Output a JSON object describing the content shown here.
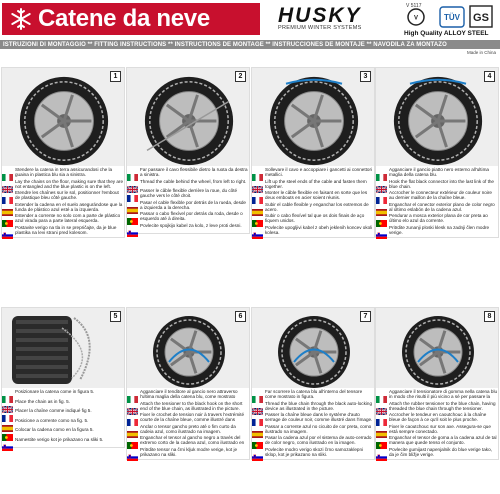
{
  "header": {
    "title": "Catene da neve",
    "brand": "HUSKY",
    "brand_tagline": "PREMIUM WINTER SYSTEMS",
    "cert_code": "V 5117",
    "cert_sub": "ÖNORM",
    "tuv": "TÜV",
    "gs": "GS",
    "steel": "High Quality ALLOY STEEL",
    "made_in": "Made in China"
  },
  "instructions_bar": "ISTRUZIONI DI MONTAGGIO ** FITTING INSTRUCTIONS ** INSTRUCTIONS DE MONTAGE ** INSTRUCCIONES DE MONTAJE ** NAVODILA ZA MONTAZO",
  "panels": [
    {
      "num": "1",
      "steps": [
        "Stendere la catena in terra assicurandosi che la guaina in plastica blu sia a sinistra.",
        "Lay the chains on the floor, making sure that they are not entangled and the blue plastic is on the left.",
        "Etendre les chaînes sur le sol, positionner l'embout de plastique bleu côté gauche.",
        "Extender la cadena en el suelo asegurándose que la funda de plástico azul esté a la izquierda.",
        "Estender a corrente no solo com a parte de plástico azul virada para a parte lateral esquerda.",
        "Postavite verigo na tla in se prepričajte, da je blue plastika na levi strani pred kolesom."
      ]
    },
    {
      "num": "2",
      "steps": [
        "Far passare il cavo flessibile dietro la ruota da destra a sinistra.",
        "Thread the cable behind the wheel, from left to right.",
        "Passer le câble flexible derrière la roue, du côté gauche vers le côté droit.",
        "Pasar el cable flexible por detrás de la rueda, desde a izquierda a la derecha.",
        "Passar o cabo flexível por detrás da roda, desde o esquerdo até à direita.",
        "Povlecite spojkijo kabel za kolo, z leve proti desni."
      ]
    },
    {
      "num": "3",
      "steps": [
        "Sollevare il cavo e accoppiare i gancetti ai connettori metallici.",
        "Lift up the steel ends of the cable and fasten them together.",
        "Monter le câble flexible en faisant en sorte que les deux embouts en acier soient réunis.",
        "Subir el cable flexible y enganchar los extremos de acero.",
        "Subir o cabo flexível tal que os dois finais de aço fiquem unidos.",
        "Povlecite upogljivi kabel z obeh jeklenih koncev okoli kolesa."
      ]
    },
    {
      "num": "4",
      "steps": [
        "Agganciare il gancio piatto nero esterno all'ultima maglia della catena blu.",
        "Hook the flat black connector into the last link of the blue chain.",
        "Accrocher le connecteur extérieur de couleur noire au dernier maillon de la chaîne bleue.",
        "Enganchar el conector exterior plano de color negro al último eslabón de la cadena azul.",
        "Pendurar a mosca exterior plana de cor preta ao último elo azul da corrente.",
        "Pritrdite zunanji ploski klesk na zadnji člen modre verige."
      ]
    },
    {
      "num": "5",
      "steps": [
        "Posizionare la catena come in figura 5.",
        "Place the chain as in fig. 5.",
        "Placer la chaîne comme indiqué fig 5.",
        "Posicione a corrente como na fig. 5.",
        "Colocar la cadena como en la figura 5.",
        "Namestite verigo kot je prikazano na sliki 5."
      ]
    },
    {
      "num": "6",
      "steps": [
        "Agganciare il tenditore al gancio nero attraverso l'ultima maglia della catena blu, come mostrato nell'immagine.",
        "Attach the tensioner to the black hook on the short end of the blue chain, as illustrated in the picture.",
        "Fixer le crochet de tension noir à travers l'extrémité courte de la chaîne bleue, comme illustré dans l'image.",
        "Anclar o tensor gancho preto até o fim curto da cadeia azul, como ilustrado na imagem.",
        "Enganchar el tensor al gancho negro a través del extremo corto de la cadena azul, como ilustrado en la imagen.",
        "Pritrdite tensor na črni kljuk modre verige, kot je prikazano na sliki."
      ]
    },
    {
      "num": "7",
      "steps": [
        "Far scorrere la catena blu all'interno del tensore come mostrato in figura.",
        "Thread the blue chain through the black auto-locking device as illustrated in the picture.",
        "Passer la chaîne bleue dans le système d'auto serrage de couleur noir, comme illustré dans l'image.",
        "Passar a corrente azul no cicuito de cor preta, como ilustrado na imagem.",
        "Pasar la cadena azul por el sistema de auto-cerrado de color negro, como ilustrado en la imagen.",
        "Povlecite modro verigo skozi črno samozaklepni sklop, kot je prikazano na sliki."
      ]
    },
    {
      "num": "8",
      "steps": [
        "Agganciare il tensionatore di gomma nella catena blu in modo che risulti il più vicino a sé per passare la catena blu attraverso il tensore.",
        "Attach the rubber tensioner to the blue chain, having threaded the blue chain through the tensioner.",
        "Accrocher le tendeur en caoutchouc à la chaîne bleue de façon à ce qu'il soit le plus proche.",
        "Fixer le caoutchouc sur son axe. Assegura-se que está sempre conectado.",
        "Enganchar el tensor de goma a la cadena azul de tal manera que quede tenso el conjunto.",
        "Povlecite gumijast napenjalnik do blue verige tako, da je čim bližje verige."
      ]
    }
  ],
  "flags": [
    "italy",
    "uk",
    "france",
    "spain",
    "portugal",
    "slovenia"
  ]
}
